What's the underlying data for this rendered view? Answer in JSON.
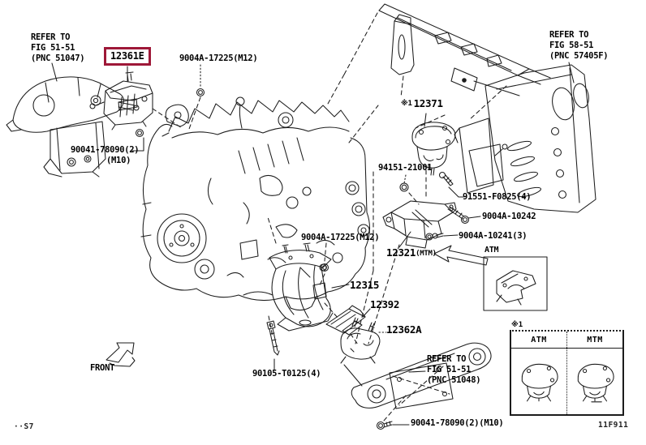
{
  "colors": {
    "background": "#ffffff",
    "line": "#1c1c1c",
    "text": "#000000",
    "highlight-border": "#9e1838"
  },
  "notes": {
    "top_left": {
      "line1": "REFER TO",
      "line2": "FIG 51-51",
      "line3": "(PNC 51047)"
    },
    "top_right": {
      "line1": "REFER TO",
      "line2": "FIG 58-51",
      "line3": "(PNC 57405F)"
    },
    "bottom": {
      "line1": "REFER TO",
      "line2": "FIG 51-51",
      "line3": "(PNC 51048)"
    }
  },
  "parts": {
    "insulator_12361e": {
      "label": "12361E",
      "highlighted": true
    },
    "bolt_17225_a": {
      "label": "9004A-17225(M12)"
    },
    "nut_78090_top": {
      "label": "90041-78090(2)",
      "size": "(M10)"
    },
    "insulator_12371": {
      "mark": "※1",
      "label": "12371"
    },
    "nut_94151": {
      "label": "94151-21001"
    },
    "bolt_91551": {
      "label": "91551-F0825(4)"
    },
    "bolt_10242": {
      "label": "9004A-10242"
    },
    "bolt_10241": {
      "label": "9004A-10241(3)"
    },
    "bracket_12321": {
      "label": "12321",
      "variant": "(MTM)"
    },
    "atm_callout": {
      "label": "ATM"
    },
    "bolt_17225_b": {
      "label": "9004A-17225(M12)"
    },
    "bracket_12315": {
      "label": "12315"
    },
    "plate_12392": {
      "label": "12392"
    },
    "insulator_12362a": {
      "label": "12362A"
    },
    "bolt_90105": {
      "label": "90105-T0125(4)"
    },
    "bolt_78090_bottom": {
      "label": "90041-78090(2)(M10)"
    }
  },
  "front_indicator": {
    "label": "FRONT"
  },
  "variant_table": {
    "mark": "※1",
    "columns": [
      "ATM",
      "MTM"
    ]
  },
  "footer": {
    "left_code": "··S7",
    "right_code": "11F911"
  }
}
